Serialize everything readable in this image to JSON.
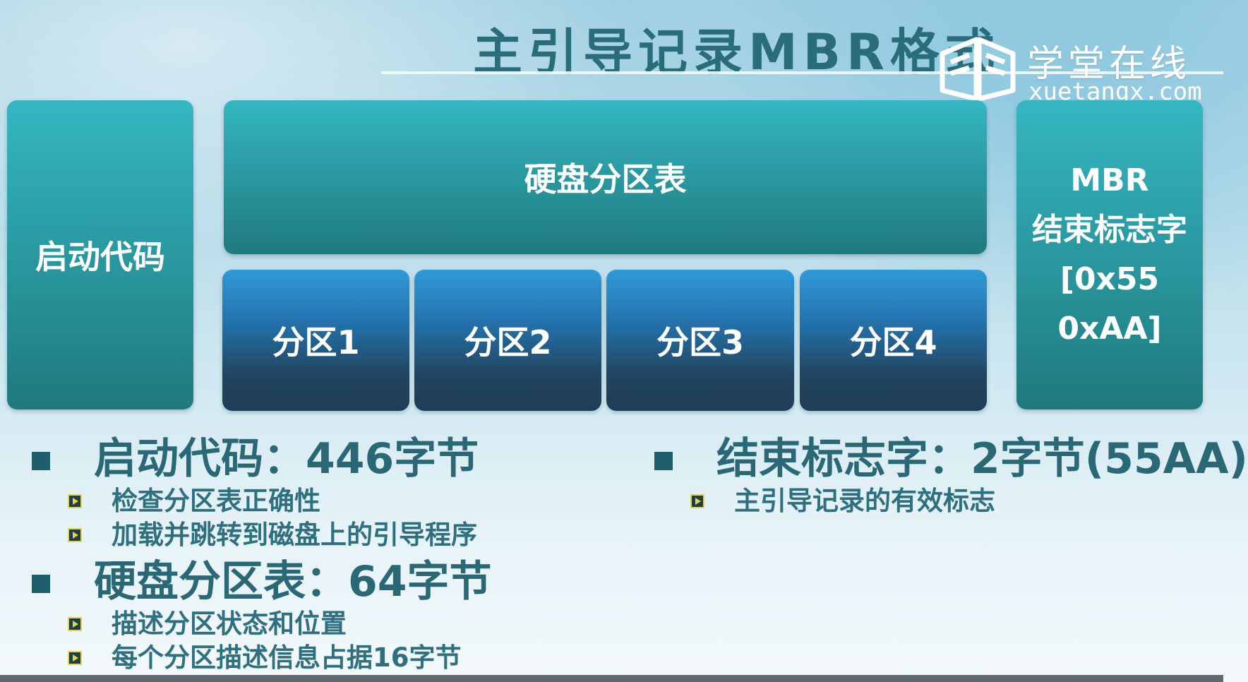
{
  "title": "主引导记录MBR格式",
  "logo": {
    "cn": "学堂在线",
    "en": "xuetangx.com",
    "icon": "book-logo-icon"
  },
  "diagram": {
    "boot_code": "启动代码",
    "partition_table": "硬盘分区表",
    "partitions": [
      "分区1",
      "分区2",
      "分区3",
      "分区4"
    ],
    "end_signature": [
      "MBR",
      "结束标志字",
      "[0x55",
      "0xAA]"
    ]
  },
  "bullets_left": [
    {
      "heading": "启动代码：446字节",
      "items": [
        "检查分区表正确性",
        "加载并跳转到磁盘上的引导程序"
      ]
    },
    {
      "heading": "硬盘分区表：64字节",
      "items": [
        "描述分区状态和位置",
        "每个分区描述信息占据16字节"
      ]
    }
  ],
  "bullets_right": [
    {
      "heading": "结束标志字：2字节(55AA)",
      "items": [
        "主引导记录的有效标志"
      ]
    }
  ],
  "colors": {
    "teal": "#2c9ea7",
    "blue": "#236fa8",
    "text": "#2a6876",
    "bullet_accent": "#e8d24a"
  }
}
